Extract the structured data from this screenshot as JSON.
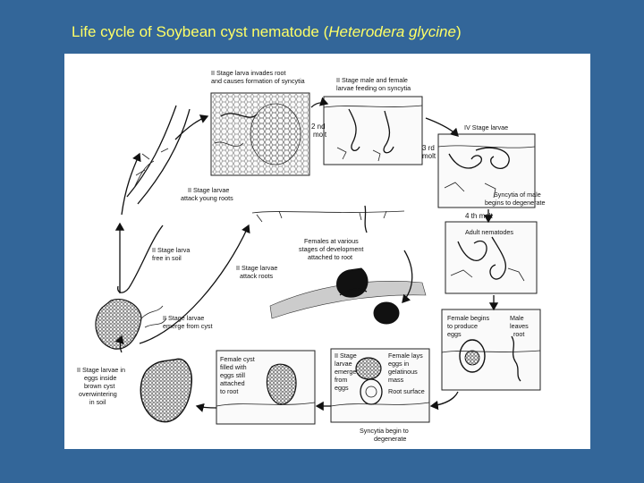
{
  "slide": {
    "title_prefix": "Life cycle of Soybean cyst nematode (",
    "title_species": "Heterodera glycine",
    "title_suffix": ")"
  },
  "labels": {
    "invades_root": [
      "II Stage larva invades root",
      "and causes formation of syncytia"
    ],
    "male_female_feeding": [
      "II Stage male and female",
      "larvae feeding on syncytia"
    ],
    "second_molt": [
      "2 nd",
      "molt"
    ],
    "third_molt": [
      "3 rd",
      "molt"
    ],
    "iv_stage": "IV Stage larvae",
    "syncytia_male": [
      "Syncytia  of male",
      "begins to degenerate"
    ],
    "fourth_molt": "4 th  molt",
    "adult_nematodes": "Adult nematodes",
    "attack_young_roots": [
      "II Stage larvae",
      "attack young roots"
    ],
    "free_in_soil": [
      "II Stage larva",
      "free in soil"
    ],
    "attack_roots": [
      "II Stage larvae",
      "attack roots"
    ],
    "females_developing": [
      "Females at various",
      "stages of development",
      "attached to root"
    ],
    "emerge_from_cyst": [
      "II Stage larvae",
      "emerge from cyst"
    ],
    "female_produce_eggs": [
      "Female begins",
      "to produce",
      "eggs"
    ],
    "male_leaves_root": [
      "Male",
      "leaves",
      "root"
    ],
    "overwintering": [
      "II Stage larvae in",
      "eggs inside",
      "brown cyst",
      "overwintering",
      "in soil"
    ],
    "female_cyst": [
      "Female cyst",
      "filled with",
      "eggs still",
      "attached",
      "to root"
    ],
    "larvae_emerge_eggs": [
      "II Stage",
      "larvae",
      "emerge",
      "from",
      "eggs"
    ],
    "female_lays_eggs": [
      "Female lays",
      "eggs in",
      "gelatinous",
      "mass"
    ],
    "root_surface": "Root surface",
    "syncytia_degenerate": [
      "Syncytia begin to",
      "degenerate"
    ]
  }
}
